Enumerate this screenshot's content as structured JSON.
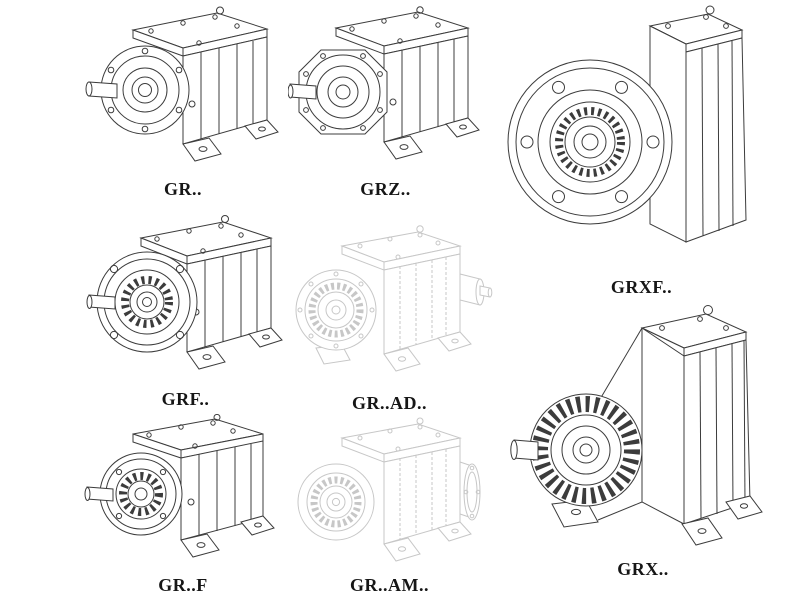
{
  "page": {
    "background": "#ffffff",
    "line_color": "#3c3c3c",
    "ghost_line_color": "#c7c7c7",
    "label_color": "#161616"
  },
  "products": {
    "gr": {
      "label": "GR..",
      "style": "solid-line-drawing"
    },
    "grz": {
      "label": "GRZ..",
      "style": "solid-line-drawing"
    },
    "grxf": {
      "label": "GRXF..",
      "style": "solid-line-drawing"
    },
    "grf": {
      "label": "GRF..",
      "style": "solid-line-drawing"
    },
    "gr_ad": {
      "label": "GR..AD..",
      "style": "ghost-line-drawing"
    },
    "gr_f": {
      "label": "GR..F",
      "style": "solid-line-drawing"
    },
    "gr_am": {
      "label": "GR..AM..",
      "style": "ghost-line-drawing"
    },
    "grx": {
      "label": "GRX..",
      "style": "solid-line-drawing"
    }
  }
}
